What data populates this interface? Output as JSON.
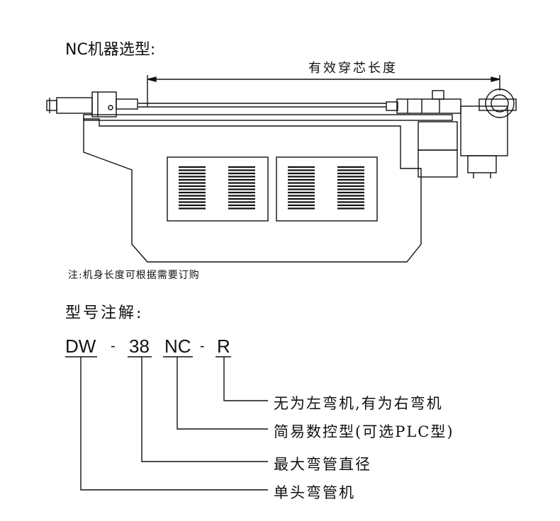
{
  "title": "NC机器选型:",
  "dimension_label": "有效穿芯长度",
  "note": "注:机身长度可根据需要订购",
  "model_title": "型号注解:",
  "model_code": {
    "part1": "DW",
    "sep1": "-",
    "part2": "38",
    "part3": "NC",
    "sep2": "-",
    "part4": "R"
  },
  "descriptions": {
    "r": "无为左弯机,有为右弯机",
    "nc": "简易数控型(可选PLC型)",
    "size": "最大弯管直径",
    "dw": "单头弯管机"
  }
}
